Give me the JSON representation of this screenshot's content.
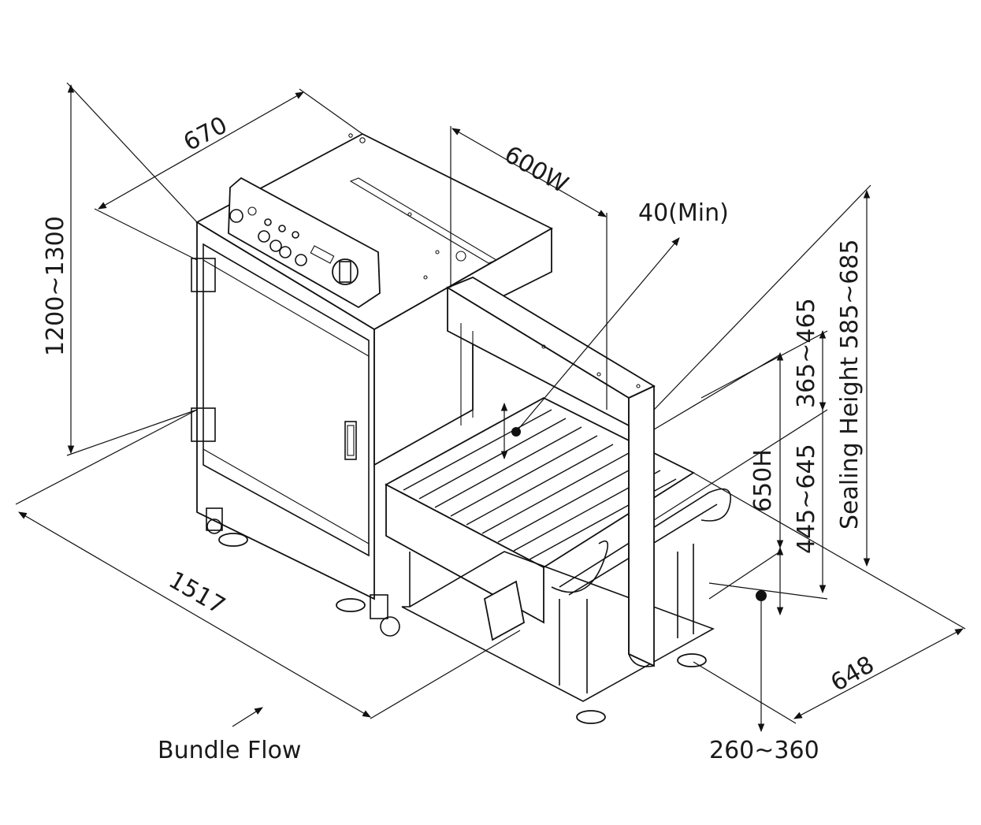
{
  "dimensions": {
    "width_670": "670",
    "width_600w": "600W",
    "gap_40min": "40(Min)",
    "height_1200_1300": "1200~1300",
    "sealing_height": "Sealing Height 585~685",
    "range_365_465": "365~465",
    "range_445_645": "445~645",
    "height_650h": "650H",
    "length_1517": "1517",
    "depth_648": "648",
    "range_260_360": "260~360"
  },
  "labels": {
    "bundle_flow": "Bundle Flow"
  }
}
